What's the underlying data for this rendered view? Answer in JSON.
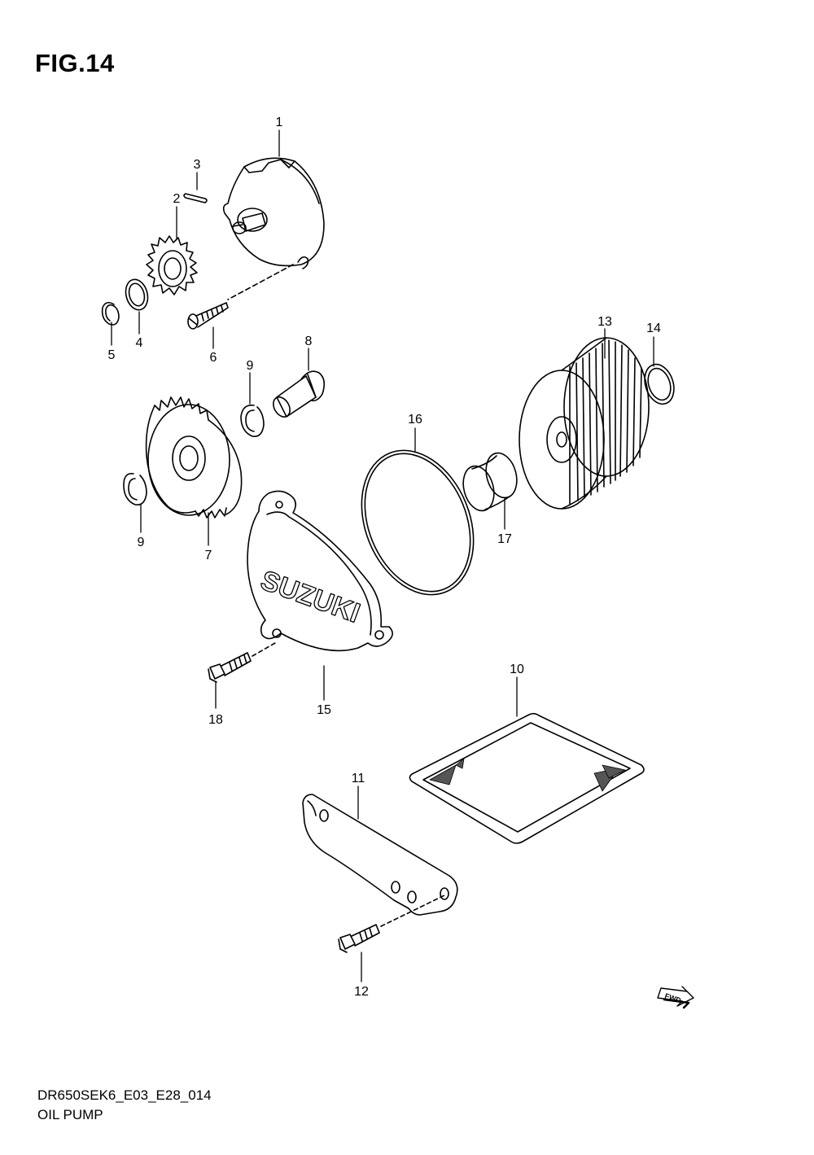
{
  "figure": {
    "title": "FIG.14",
    "code": "DR650SEK6_E03_E28_014",
    "name": "OIL PUMP",
    "fwd_badge": "FWD"
  },
  "callouts": [
    {
      "num": "1",
      "part": "oil-pump-assembly"
    },
    {
      "num": "2",
      "part": "pump-drive-gear"
    },
    {
      "num": "3",
      "part": "pin"
    },
    {
      "num": "4",
      "part": "washer"
    },
    {
      "num": "5",
      "part": "circlip"
    },
    {
      "num": "6",
      "part": "screw"
    },
    {
      "num": "7",
      "part": "pump-driven-gear"
    },
    {
      "num": "8",
      "part": "shaft"
    },
    {
      "num": "9",
      "part": "circlip"
    },
    {
      "num": "9",
      "part": "circlip"
    },
    {
      "num": "10",
      "part": "oil-strainer"
    },
    {
      "num": "11",
      "part": "strainer-plate"
    },
    {
      "num": "12",
      "part": "bolt"
    },
    {
      "num": "13",
      "part": "oil-filter"
    },
    {
      "num": "14",
      "part": "o-ring"
    },
    {
      "num": "15",
      "part": "filter-cap"
    },
    {
      "num": "16",
      "part": "o-ring"
    },
    {
      "num": "17",
      "part": "spring"
    },
    {
      "num": "18",
      "part": "bolt"
    }
  ]
}
